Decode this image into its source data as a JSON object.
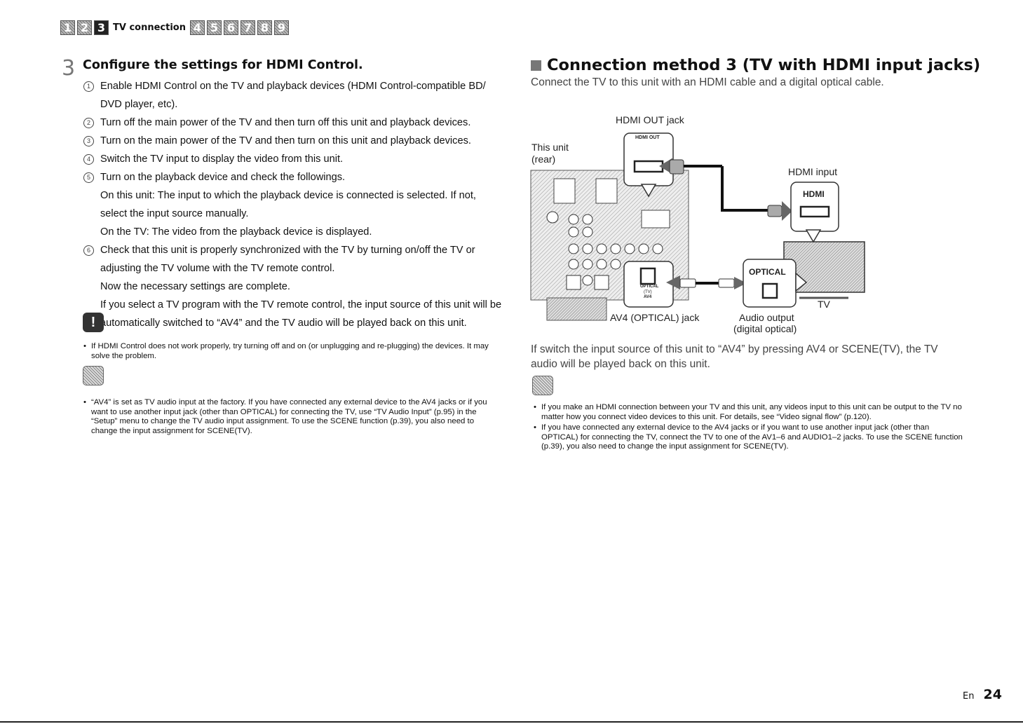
{
  "nav": {
    "items": [
      "1",
      "2",
      "3",
      "4",
      "5",
      "6",
      "7",
      "8",
      "9"
    ],
    "active": "3",
    "section_label": "TV connection"
  },
  "left": {
    "step_number": "3",
    "heading": "Configure the settings for HDMI Control.",
    "steps": [
      {
        "num": "1",
        "lines": [
          "Enable HDMI Control on the TV and playback devices (HDMI Control-compatible BD/ DVD player, etc)."
        ]
      },
      {
        "num": "2",
        "lines": [
          "Turn off the main power of the TV and then turn off this unit and playback devices."
        ]
      },
      {
        "num": "3",
        "lines": [
          "Turn on the main power of the TV and then turn on this unit and playback devices."
        ]
      },
      {
        "num": "4",
        "lines": [
          "Switch the TV input to display the video from this unit."
        ]
      },
      {
        "num": "5",
        "lines": [
          "Turn on the playback device and check the followings.",
          "On this unit: The input to which the playback device is connected is selected. If not, select the input source manually.",
          "On the TV: The video from the playback device is displayed."
        ]
      },
      {
        "num": "6",
        "lines": [
          "Check that this unit is properly synchronized with the TV by turning on/off the TV or adjusting the TV volume with the TV remote control.",
          "Now the necessary settings are complete.",
          "If you select a TV program with the TV remote control, the input source of this unit will be automatically switched to “AV4” and the TV audio will be played back on this unit."
        ]
      }
    ],
    "note_icon_text": "!",
    "note": "If HDMI Control does not work properly, try turning off and on (or unplugging and re-plugging) the devices. It may solve the problem.",
    "hint": "“AV4” is set as TV audio input at the factory. If you have connected any external device to the AV4 jacks or if you want to use another input jack (other than OPTICAL) for connecting the TV, use “TV Audio Input” (p.95) in the “Setup” menu to change the TV audio input assignment. To use the SCENE function (p.39), you also need to change the input assignment for SCENE(TV)."
  },
  "right": {
    "heading": "Connection method 3 (TV with HDMI input jacks)",
    "subtext": "Connect the TV to this unit with an HDMI cable and a digital optical cable.",
    "diagram": {
      "hdmi_out_jack": "HDMI OUT jack",
      "this_unit": "This unit",
      "rear": "(rear)",
      "hdmi_input": "HDMI input",
      "hdmi_badge": "HDMI",
      "hdmi_out_small": "HDMI OUT",
      "optical_badge": "OPTICAL",
      "optical_small": "OPTICAL",
      "tv_small": "(TV)",
      "av4_small": "AV4",
      "av4_jack": "AV4 (OPTICAL) jack",
      "audio_output": "Audio output",
      "digital_optical": "(digital optical)",
      "tv": "TV"
    },
    "paragraph": "If switch the input source of this unit to “AV4” by pressing AV4 or SCENE(TV), the TV audio will be played back on this unit.",
    "hints": [
      "If you make an HDMI connection between your TV and this unit, any videos input to this unit can be output to the TV no matter how you connect video devices to this unit. For details, see “Video signal flow” (p.120).",
      "If you have connected any external device to the AV4 jacks or if you want to use another input jack (other than OPTICAL) for connecting the TV, connect the TV to one of the AV1–6 and AUDIO1–2 jacks. To use the SCENE function (p.39), you also need to change the input assignment for SCENE(TV)."
    ]
  },
  "footer": {
    "lang": "En",
    "page": "24"
  }
}
